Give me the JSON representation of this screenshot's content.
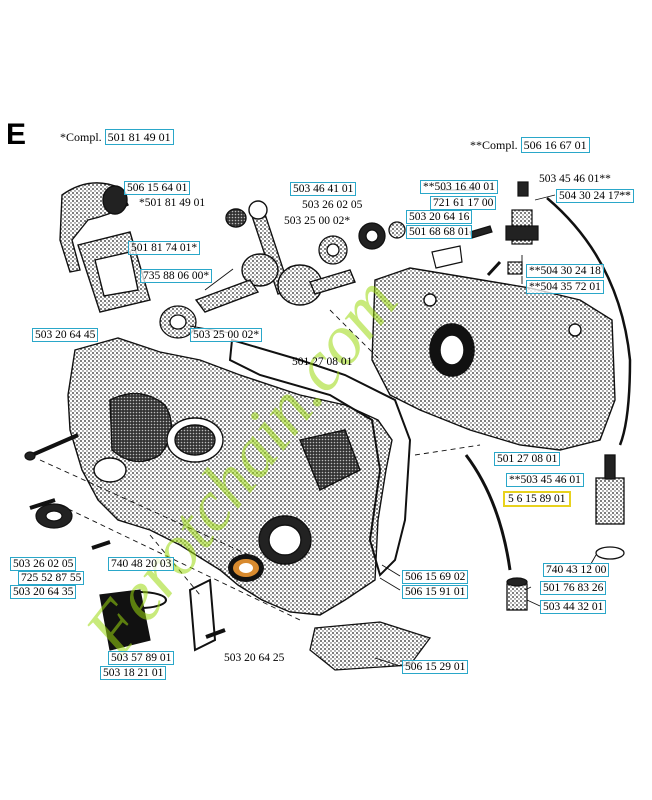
{
  "section": "E",
  "compl_left": {
    "prefix": "*Compl.",
    "number": "501 81 49 01"
  },
  "compl_right": {
    "prefix": "**Compl.",
    "number": "506 16 67 01"
  },
  "labels": [
    "506 15 64 01",
    "*501 81 49 01",
    "501 81 74 01*",
    "735 88 06 00*",
    "503 20 64 45",
    "503 25 00 02*",
    "503 46 41 01",
    "503 26 02 05",
    "503 25 00 02*",
    "503 20 64 16",
    "501 68 68 01",
    "**503 16 40 01",
    "721 61 17 00",
    "503 45 46 01**",
    "504 30 24 17**",
    "**504 30 24 18",
    "**504 35 72 01",
    "501 27 08 01",
    "501 27 08 01",
    "**503 45 46 01",
    "5 6 15 89 01",
    "740 43 12 00",
    "501 76 83 26",
    "503 44 32 01",
    "506 15 69 02",
    "506 15 91 01",
    "506 15 29 01",
    "503 26 02 05",
    "740 48 20 03",
    "725 52 87 55",
    "503 20 64 35",
    "503 57 89 01",
    "503 18 21 01",
    "503 20 64 25"
  ],
  "watermark": "Ferotchain.com",
  "colors": {
    "label_border": "#2aa7c9",
    "highlight": "#e8d21e",
    "watermark": "#9bd80f"
  }
}
